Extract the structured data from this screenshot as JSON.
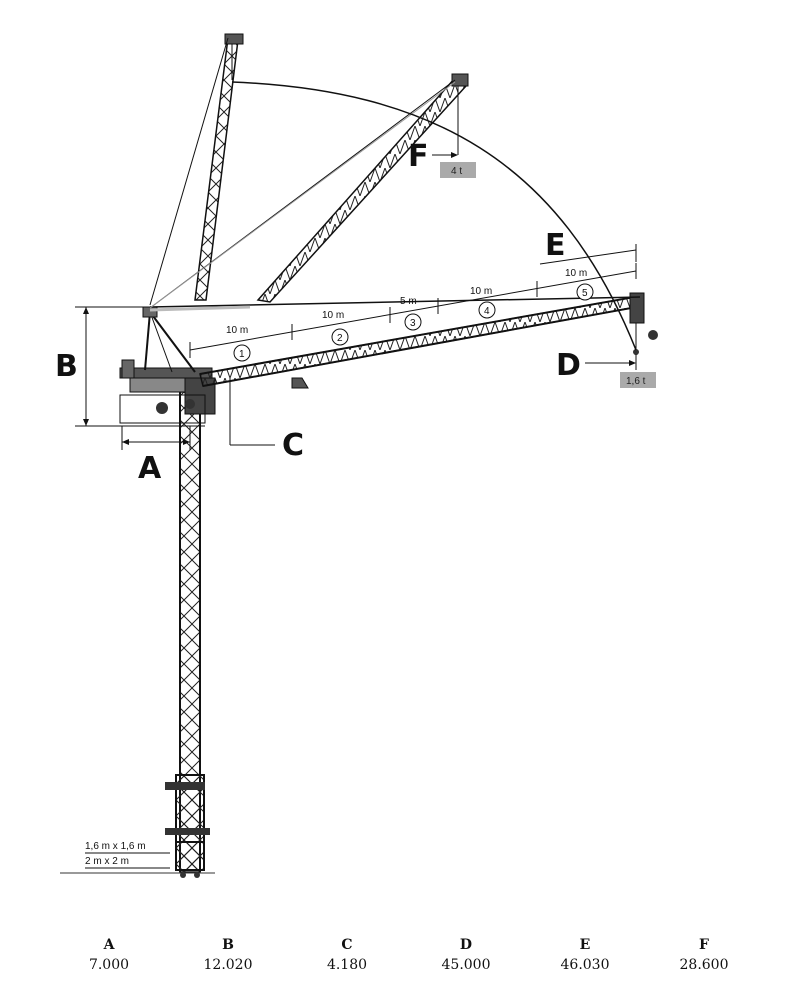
{
  "labels": {
    "A": "A",
    "B": "B",
    "C": "C",
    "D": "D",
    "E": "E",
    "F": "F"
  },
  "jib_segments": [
    {
      "length": "10 m",
      "number": "1"
    },
    {
      "length": "10 m",
      "number": "2"
    },
    {
      "length": "5 m",
      "number": "3"
    },
    {
      "length": "10 m",
      "number": "4"
    },
    {
      "length": "10 m",
      "number": "5"
    }
  ],
  "loads": {
    "luffed_tip": "4 t",
    "horizontal_tip": "1,6 t"
  },
  "foundation": {
    "size_1": "1,6 m x 1,6 m",
    "size_2": "2 m x 2 m"
  },
  "dimensions": [
    {
      "letter": "A",
      "value": "7.000"
    },
    {
      "letter": "B",
      "value": "12.020"
    },
    {
      "letter": "C",
      "value": "4.180"
    },
    {
      "letter": "D",
      "value": "45.000"
    },
    {
      "letter": "E",
      "value": "46.030"
    },
    {
      "letter": "F",
      "value": "28.600"
    }
  ]
}
